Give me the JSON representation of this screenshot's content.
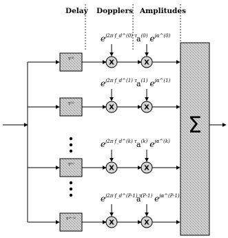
{
  "headers": {
    "delay": "Delay",
    "dopplers": "Dopplers",
    "amplitudes": "Amplitudes"
  },
  "rows": [
    {
      "delay_label": "τ⁽⁰⁾",
      "doppler_expr": "j2π f_d^(0) τ",
      "amp_coef": "a",
      "amp_sup": "(0)",
      "phase_expr": "jα^(0)"
    },
    {
      "delay_label": "τ⁽¹⁾",
      "doppler_expr": "j2π f_d^(1) τ",
      "amp_coef": "a",
      "amp_sup": "(1)",
      "phase_expr": "jα^(1)"
    },
    {
      "delay_label": "τ⁽ᵏ⁾",
      "doppler_expr": "j2π f_d^(k) τ",
      "amp_coef": "a",
      "amp_sup": "(k)",
      "phase_expr": "jα^(k)"
    },
    {
      "delay_label": "τ⁽ᴾ⁻¹⁾",
      "doppler_expr": "j2π f_d^(P-1) τ",
      "amp_coef": "a",
      "amp_sup": "(P-1)",
      "phase_expr": "jα^(P-1)"
    }
  ],
  "exp_base": "e",
  "multiplier_symbol": "X",
  "sum_symbol": "Σ"
}
